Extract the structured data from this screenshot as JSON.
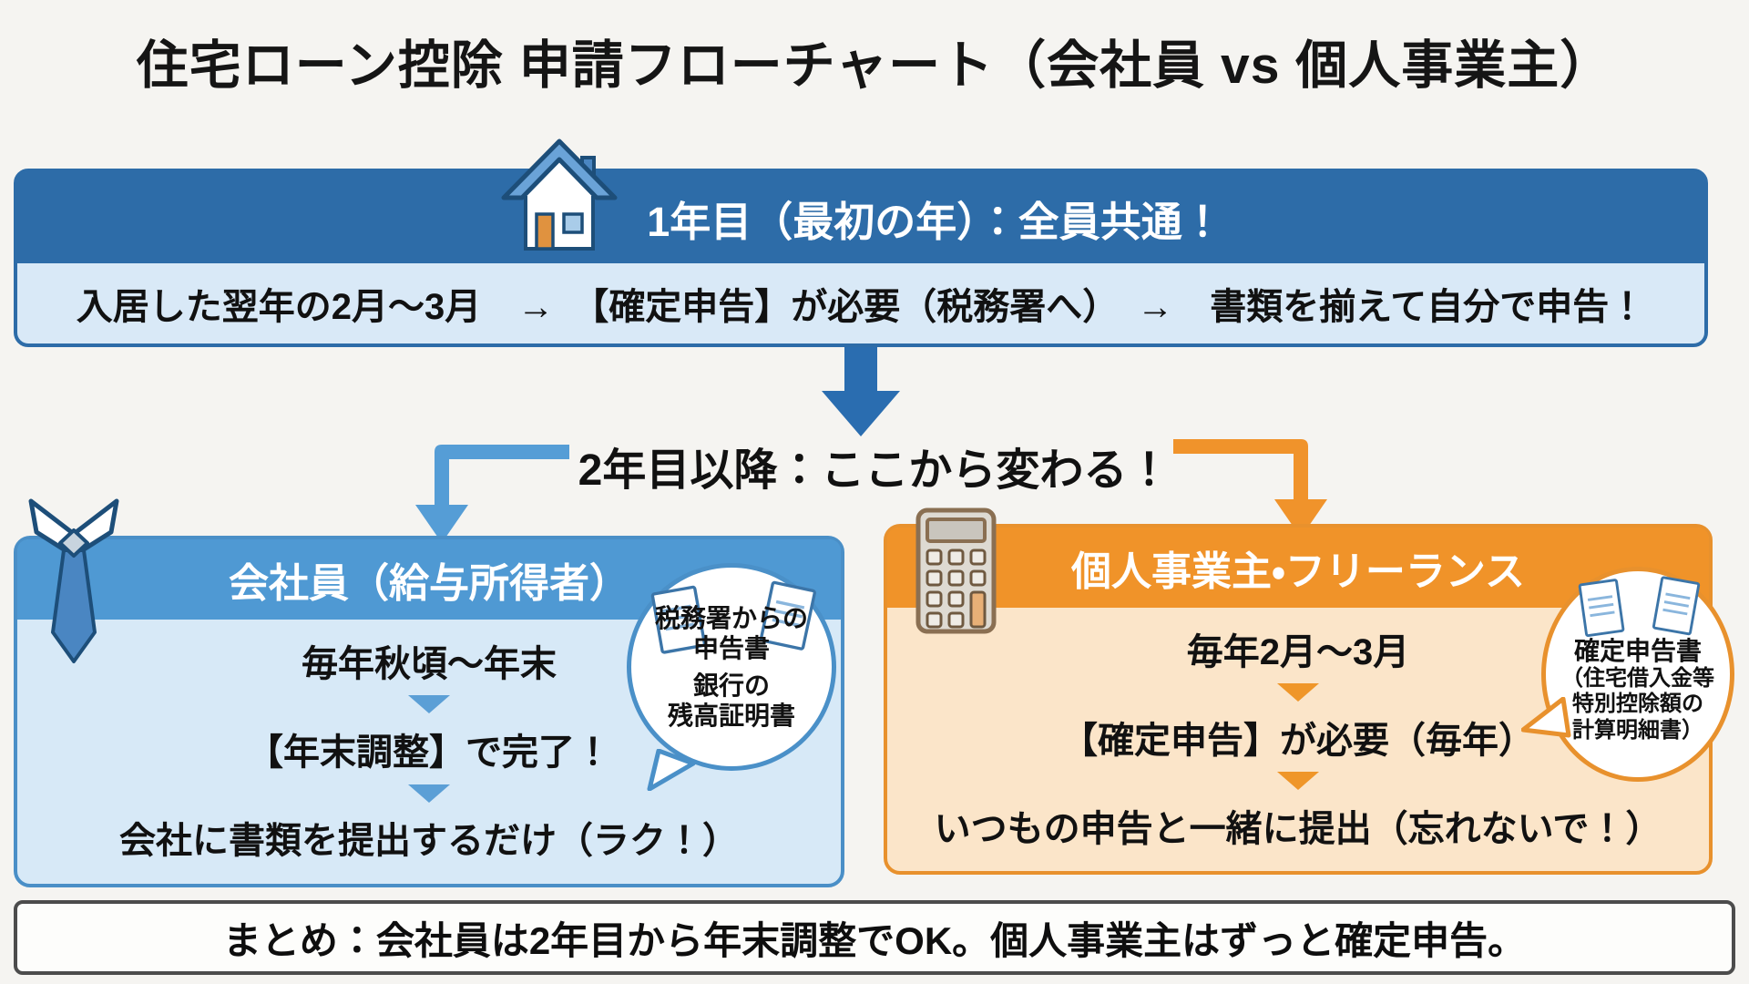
{
  "title": "住宅ローン控除 申請フローチャート（会社員 vs 個人事業主）",
  "first_year": {
    "header": "1年目（最初の年）：全員共通！",
    "detail": "入居した翌年の2月〜3月　→　【確定申告】が必要（税務署へ）　→　書類を揃えて自分で申告！"
  },
  "branch_label": "2年目以降：ここから変わる！",
  "employee": {
    "header": "会社員（給与所得者）",
    "steps": [
      "毎年秋頃〜年末",
      "【年末調整】で完了！",
      "会社に書類を提出するだけ（ラク！）"
    ],
    "bubble_lines": [
      "税務署からの",
      "申告書",
      "銀行の",
      "残高証明書"
    ]
  },
  "freelancer": {
    "header": "個人事業主・フリーランス",
    "steps": [
      "毎年2月〜3月",
      "【確定申告】が必要（毎年）",
      "いつもの申告と一緒に提出（忘れないで！）"
    ],
    "bubble_lines": [
      "確定申告書",
      "（住宅借入金等",
      "特別控除額の",
      "計算明細書）"
    ]
  },
  "summary": "まとめ：会社員は2年目から年末調整でOK。個人事業主はずっと確定申告。",
  "icons": {
    "house": "house-icon",
    "necktie": "necktie-icon",
    "calculator": "calculator-icon",
    "documents": "document-icon",
    "down_arrow": "down-arrow-icon",
    "branch_left_arrow": "left-branch-arrow-icon",
    "branch_right_arrow": "right-branch-arrow-icon"
  },
  "colors": {
    "deep_blue": "#2d6ca8",
    "light_blue_row": "#d9e9f7",
    "mid_blue_header": "#4f99d3",
    "blue_panel_body": "#d7e9f7",
    "blue_arrow": "#559dd6",
    "orange_header": "#f09329",
    "orange_panel_body": "#fbe5c9",
    "orange_border": "#e8912d",
    "background": "#f5f4f1"
  }
}
